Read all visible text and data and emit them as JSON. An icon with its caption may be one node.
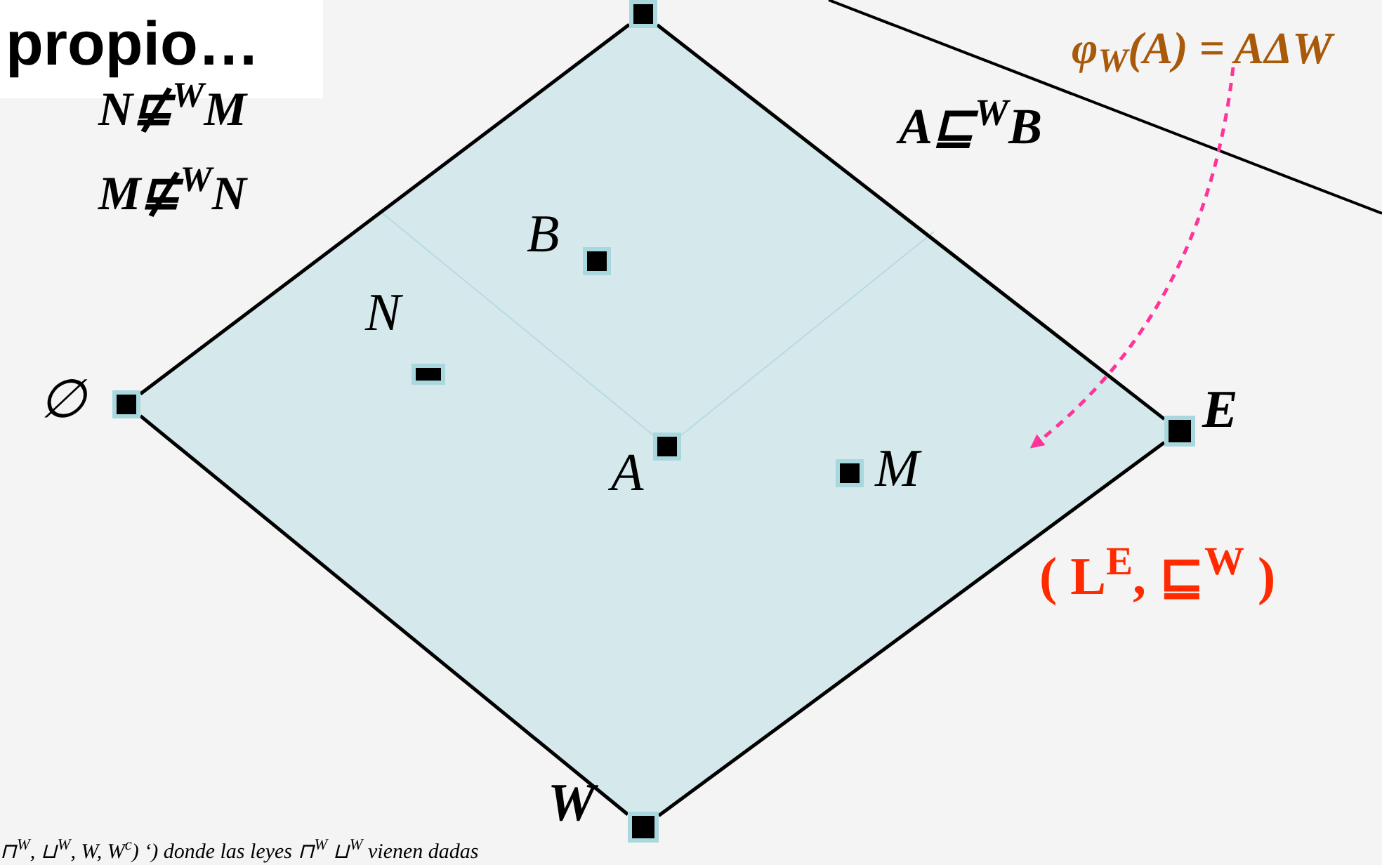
{
  "diagram": {
    "title": "propio…",
    "nodes": [
      {
        "text": [],
        "shape": "box"
      },
      {
        "text": [],
        "shape": "box",
        "beside": [
          "∅"
        ]
      },
      {
        "text": [],
        "shape": "box",
        "beside": [
          "B"
        ]
      },
      {
        "text": [],
        "shape": "box",
        "beside": [
          "N"
        ]
      },
      {
        "text": [],
        "shape": "box",
        "beside": [
          "A"
        ]
      },
      {
        "text": [],
        "shape": "box",
        "beside": [
          "M"
        ]
      },
      {
        "text": [],
        "shape": "box",
        "beside": [
          "E"
        ]
      },
      {
        "text": [],
        "shape": "box",
        "beside": [
          "W"
        ]
      },
      {
        "text": [
          "φ$_{W}$(A) = AΔW"
        ]
      }
    ],
    "edges": [
      {
        "from": 0,
        "to": 1,
        "arrow": "none"
      },
      {
        "from": 0,
        "to": 6,
        "arrow": "none"
      },
      {
        "from": 1,
        "to": 7,
        "arrow": "none"
      },
      {
        "from": 6,
        "to": 7,
        "arrow": "none"
      },
      {
        "from": 8,
        "to": null,
        "arrow": "to",
        "style": "dashed",
        "color": "#ff3399"
      }
    ],
    "labels": [
      "N⋢$^{W}$M",
      "M⋢$^{W}$N",
      "A⊑$^{W}$B",
      "( L$^{E}$, ⊑$^{W}$ )",
      "⊓$^{W}$, ⊔$^{W}$, W, W$^{c}$) ‘) donde las leyes ⊓$^{W}$ ⊔$^{W}$ vienen dadas"
    ]
  }
}
